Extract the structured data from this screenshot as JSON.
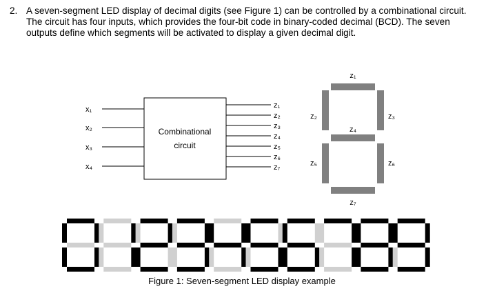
{
  "question": {
    "number": "2.",
    "text": "A seven-segment LED display of decimal digits (see Figure 1) can be controlled by a combinational circuit. The circuit has four inputs, which provides the four-bit code in binary-coded decimal (BCD). The seven outputs define which segments will be activated to display a given decimal digit."
  },
  "circuit": {
    "label_line1": "Combinational",
    "label_line2": "circuit",
    "inputs": [
      "x₁",
      "x₂",
      "x₃",
      "x₄"
    ],
    "outputs": [
      "z₁",
      "z₂",
      "z₃",
      "z₄",
      "z₅",
      "z₆",
      "z₇"
    ]
  },
  "display": {
    "segment_labels": {
      "top": "z₁",
      "upper_left": "z₂",
      "upper_right": "z₃",
      "middle": "z₄",
      "lower_left": "z₅",
      "lower_right": "z₆",
      "bottom": "z₇"
    },
    "segment_color": "#808080"
  },
  "digits": {
    "values": [
      0,
      1,
      2,
      3,
      4,
      5,
      6,
      7,
      8,
      9
    ],
    "on_color": "#000000",
    "off_color": "#d0d0d0"
  },
  "caption": "Figure 1: Seven-segment LED display example"
}
